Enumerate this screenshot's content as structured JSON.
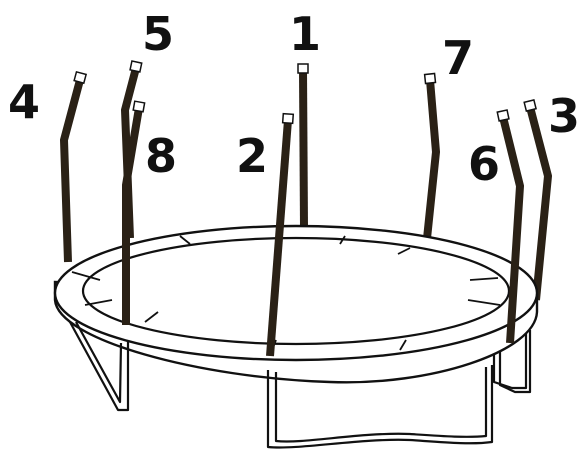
{
  "colors": {
    "ink": "#111111",
    "pole": "#2a2116",
    "background": "#ffffff"
  },
  "poles": [
    {
      "label": "1"
    },
    {
      "label": "2"
    },
    {
      "label": "3"
    },
    {
      "label": "4"
    },
    {
      "label": "5"
    },
    {
      "label": "6"
    },
    {
      "label": "7"
    },
    {
      "label": "8"
    }
  ]
}
